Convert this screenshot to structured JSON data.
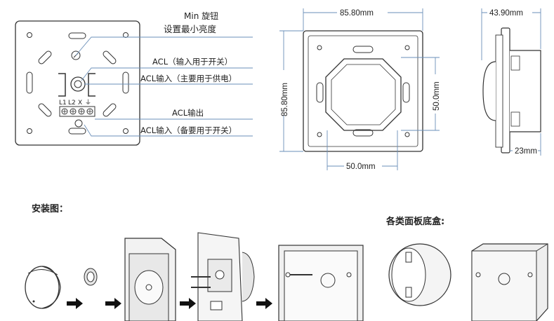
{
  "callouts": {
    "min_knob_line1": "Min 旋钮",
    "min_knob_line2": "设置最小亮度",
    "acl_in_switch": "ACL（输入用于开关）",
    "acl_in_main": "ACL输入（主要用于供电）",
    "acl_out": "ACL输出",
    "acl_in_backup": "ACL输入（备要用于开关）"
  },
  "terminal_labels": [
    "L1",
    "L2",
    "X",
    "⏚"
  ],
  "dimensions": {
    "front_width": "85.80mm",
    "front_height": "85.80mm",
    "inner_width": "50.0mm",
    "inner_height": "50.0mm",
    "side_width": "43.90mm",
    "side_depth": "23mm"
  },
  "sections": {
    "install": "安装图：",
    "boxes": "各类面板底盒:"
  },
  "colors": {
    "line": "#333333",
    "dim_line": "#6a8fb8",
    "ring": "#bfbfbf",
    "arrow": "#111111"
  }
}
